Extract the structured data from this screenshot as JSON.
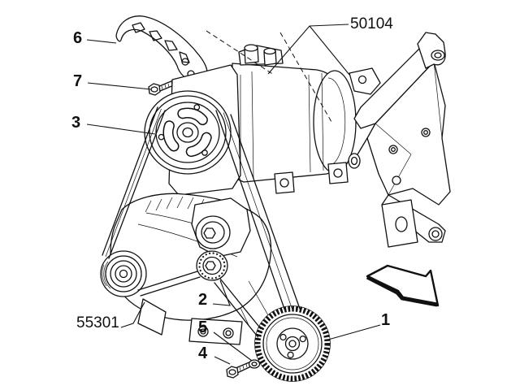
{
  "diagram": {
    "colors": {
      "background": "#ffffff",
      "line": "#111111"
    },
    "callouts": [
      {
        "text": "6"
      },
      {
        "text": "7"
      },
      {
        "text": "3"
      },
      {
        "text": "55301"
      },
      {
        "text": "2"
      },
      {
        "text": "5"
      },
      {
        "text": "4"
      },
      {
        "text": "1"
      },
      {
        "text": "50104"
      }
    ]
  }
}
